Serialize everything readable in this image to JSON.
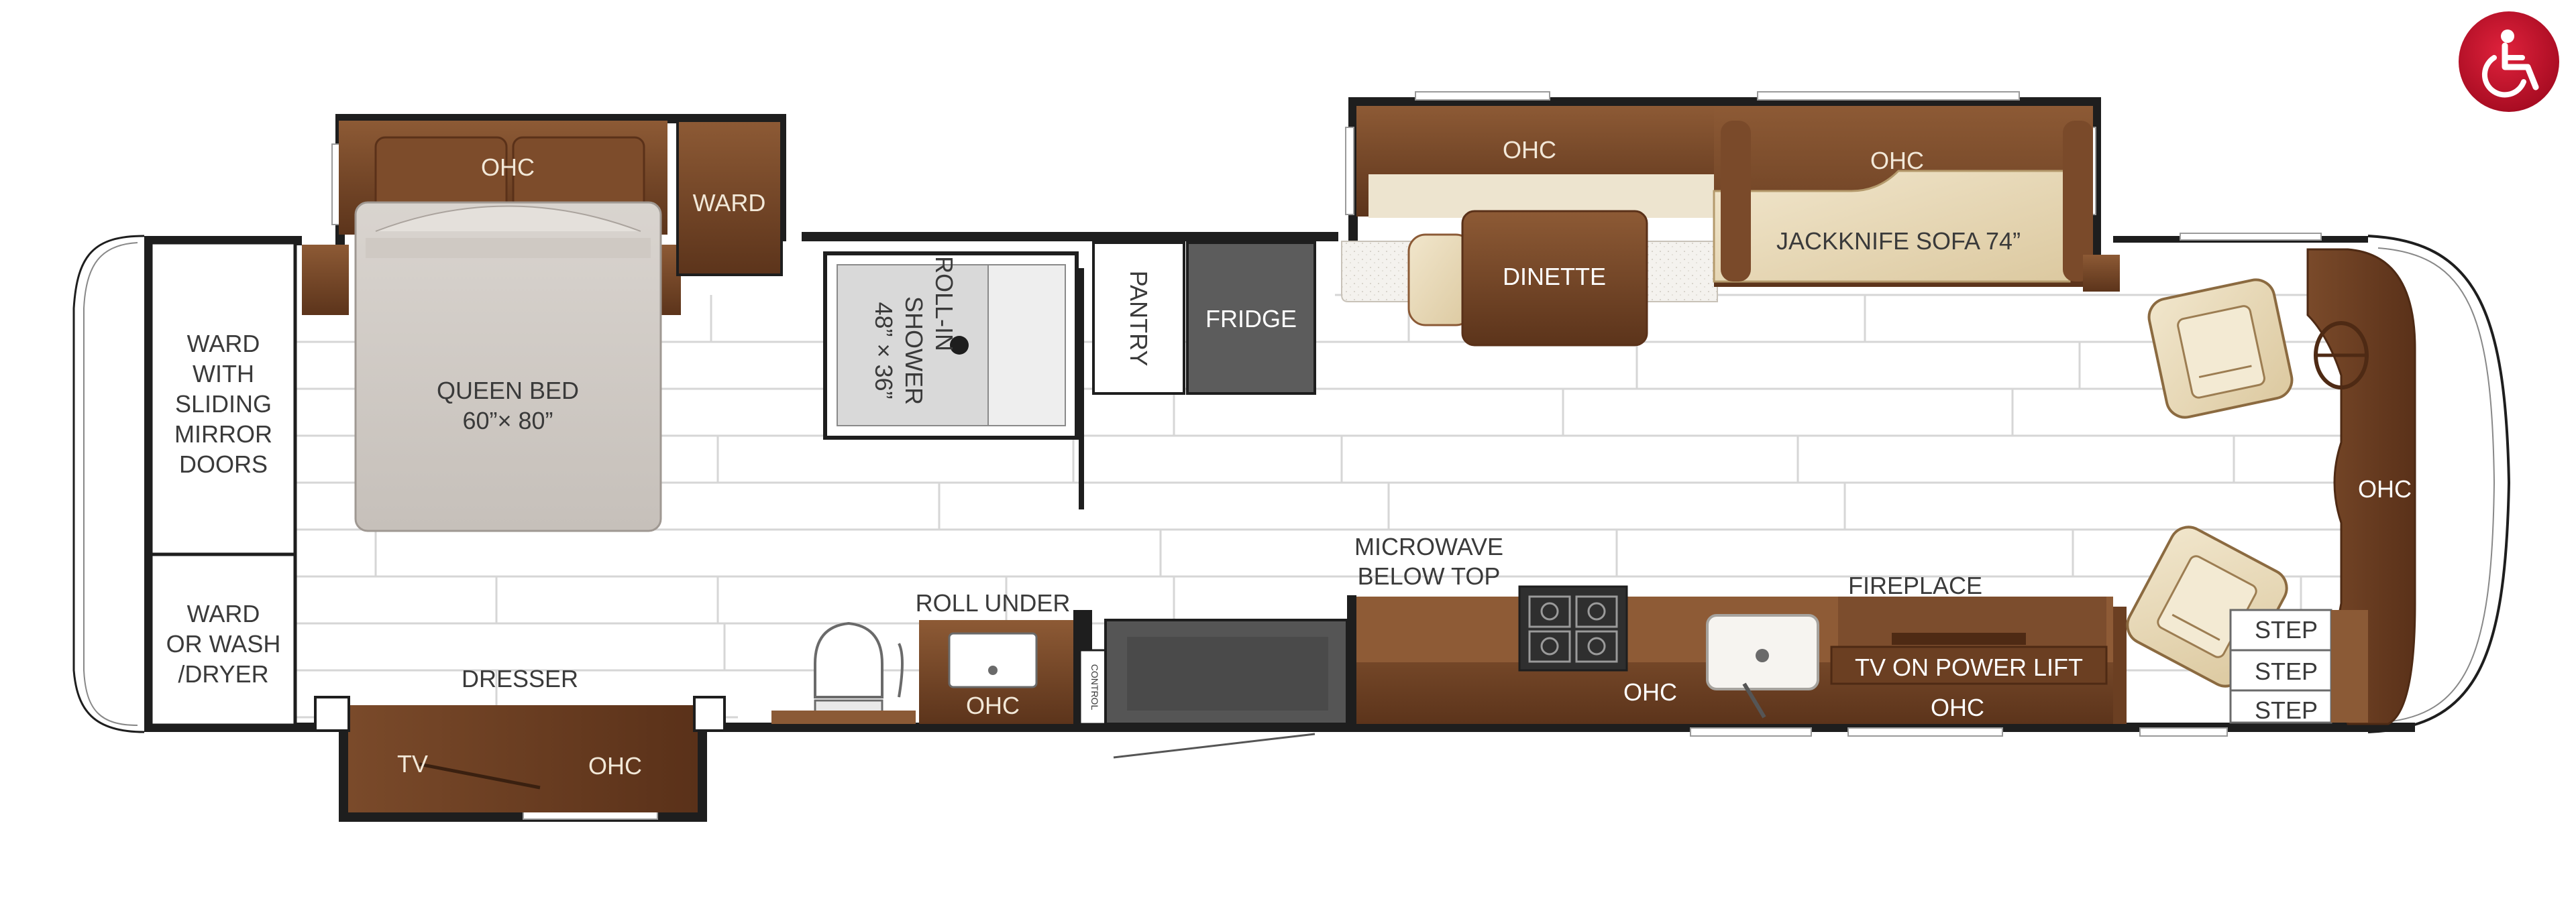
{
  "labels": {
    "bedroom_ohc": "OHC",
    "ward_top": "WARD",
    "ward_sliding_1": "WARD",
    "ward_sliding_2": "WITH",
    "ward_sliding_3": "SLIDING",
    "ward_sliding_4": "MIRROR",
    "ward_sliding_5": "DOORS",
    "ward_wash_1": "WARD",
    "ward_wash_2": "OR WASH",
    "ward_wash_3": "/DRYER",
    "queen_bed_1": "QUEEN BED",
    "queen_bed_2": "60”× 80”",
    "dresser": "DRESSER",
    "tv_bottom": "TV",
    "ohc_bottom": "OHC",
    "shower_1": "ROLL-IN",
    "shower_2": "SHOWER",
    "shower_3": "48” × 36”",
    "pantry": "PANTRY",
    "fridge": "FRIDGE",
    "roll_under": "ROLL UNDER",
    "ohc_sink": "OHC",
    "control": "CONTROL",
    "ohc_slide_left": "OHC",
    "ohc_slide_right": "OHC",
    "dinette": "DINETTE",
    "sofa": "JACKKNIFE SOFA 74”",
    "microwave_1": "MICROWAVE",
    "microwave_2": "BELOW TOP",
    "fireplace": "FIREPLACE",
    "ohc_kitchen": "OHC",
    "tv_lift": "TV ON POWER LIFT",
    "ohc_tv": "OHC",
    "ohc_front": "OHC",
    "step_1": "STEP",
    "step_2": "STEP",
    "step_3": "STEP"
  },
  "icons": {
    "accessibility": "wheelchair-icon"
  },
  "colors": {
    "wall": "#1e1e1e",
    "brown_dark": "#6b3f22",
    "brown_mid": "#8b5a36",
    "tan": "#e9dcc0",
    "floor_line": "#d6d6d6",
    "fridge": "#5c5c5c",
    "accessibility_red": "#c8102e"
  }
}
